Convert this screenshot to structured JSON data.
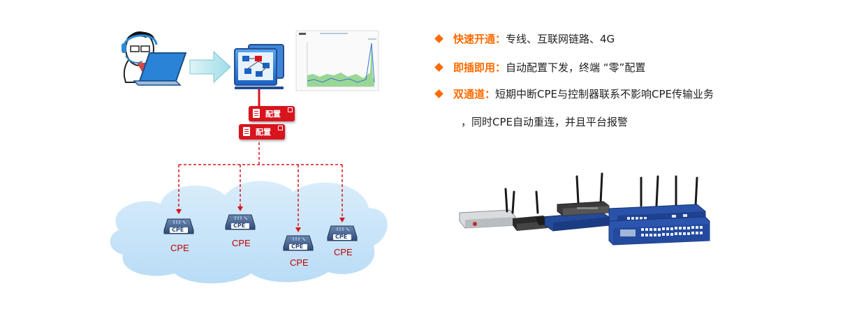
{
  "features": [
    {
      "keyword": "快速开通：",
      "text": "专线、互联网链路、4G"
    },
    {
      "keyword": "即插即用：",
      "text": "自动配置下发，终端 “零”配置"
    },
    {
      "keyword": "双通道：",
      "text": "短期中断CPE与控制器联系不影响CPE传输业务"
    }
  ],
  "feature_continuation": "，同时CPE自动重连，并且平台报警",
  "config_badges": [
    "配置",
    "配置"
  ],
  "cpe_labels": [
    "CPE",
    "CPE",
    "CPE",
    "CPE"
  ],
  "cpe_icon_text": "CPE",
  "colors": {
    "accent": "#ff6a00",
    "alert_red": "#d8141d",
    "cloud_blue": "#c9e4f8",
    "device_blue": "#1f3f8a"
  },
  "icons": [
    "operator-headset-icon",
    "laptop-icon",
    "right-arrow-icon",
    "controller-screen-icon",
    "traffic-chart-icon",
    "config-doc-icon",
    "cpe-router-icon",
    "network-devices-photo"
  ]
}
